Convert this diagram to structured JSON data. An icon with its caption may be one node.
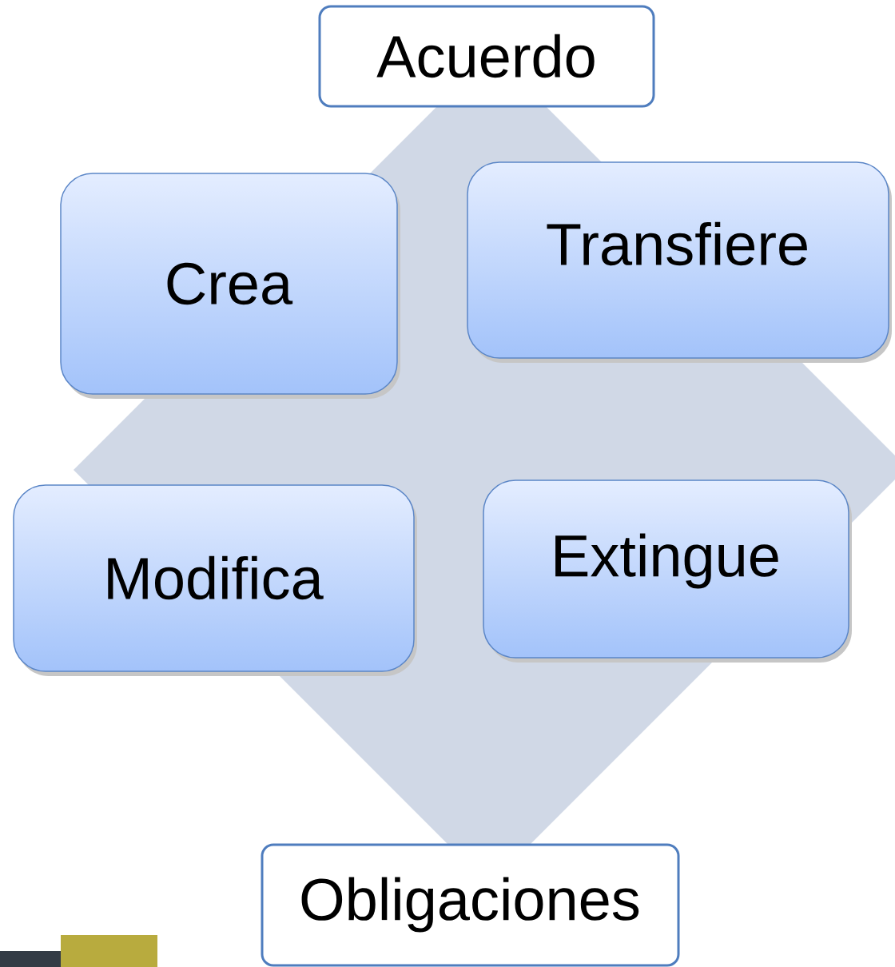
{
  "diagram": {
    "nodes": [
      {
        "text": [
          "Acuerdo"
        ]
      },
      {
        "text": [
          "Crea"
        ]
      },
      {
        "text": [
          "Transfiere"
        ]
      },
      {
        "text": [
          "Modifica"
        ]
      },
      {
        "text": [
          "Extingue"
        ]
      },
      {
        "text": [
          "Obligaciones"
        ]
      }
    ]
  }
}
